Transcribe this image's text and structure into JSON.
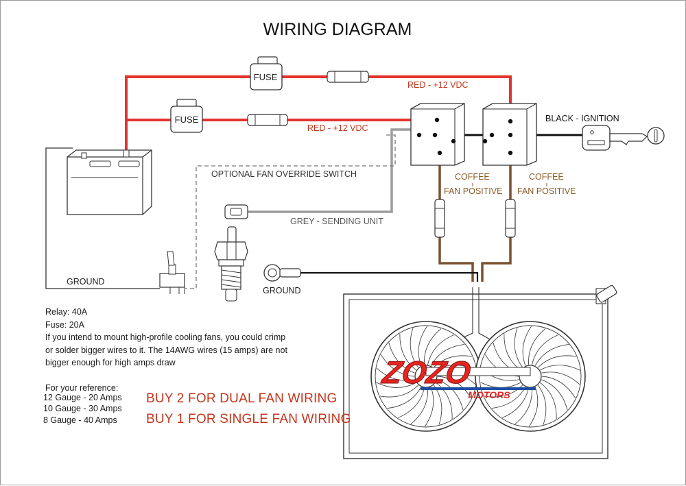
{
  "title": "WIRING DIAGRAM",
  "fuse_top": "FUSE",
  "fuse_mid": "FUSE",
  "wire_red_top": "RED - +12 VDC",
  "wire_red_mid": "RED - +12 VDC",
  "wire_black": "BLACK - IGNITION",
  "override_switch": "OPTIONAL FAN OVERRIDE SWITCH",
  "coffee_left": "COFFEE",
  "coffee_left_sub": "FAN POSITIVE",
  "coffee_right": "COFFEE",
  "coffee_right_sub": "FAN POSITIVE",
  "sending_unit": "GREY - SENDING UNIT",
  "ground_left": "GROUND",
  "ground_right": "GROUND",
  "notes": {
    "relay": "Relay: 40A",
    "fuse": "Fuse: 20A",
    "advice_1": "If you intend to mount high-profile cooling fans, you could crimp",
    "advice_2": "or solder bigger wires to it. The 14AWG wires (15 amps) are not",
    "advice_3": "bigger enough for high amps draw",
    "reference": "For your reference:"
  },
  "gauges": [
    {
      "label": "12 Gauge - 20 Amps",
      "promo": "BUY 2 FOR DUAL FAN WIRING"
    },
    {
      "label": "10 Gauge - 30 Amps",
      "promo": ""
    },
    {
      "label": "8 Gauge - 40 Amps",
      "promo": "BUY 1 FOR SINGLE FAN WIRING"
    }
  ],
  "logo_text": "ZOZO",
  "logo_sub": "MOTORS",
  "colors": {
    "red_wire": "#e3342f",
    "coffee_wire": "#7a5230",
    "grey_wire": "#9c9c9c",
    "black_wire": "#111111",
    "red_label": "#c4351c",
    "coffee_label": "#8a5a25",
    "logo_red": "#e52420",
    "logo_blue": "#1f4fa3"
  }
}
